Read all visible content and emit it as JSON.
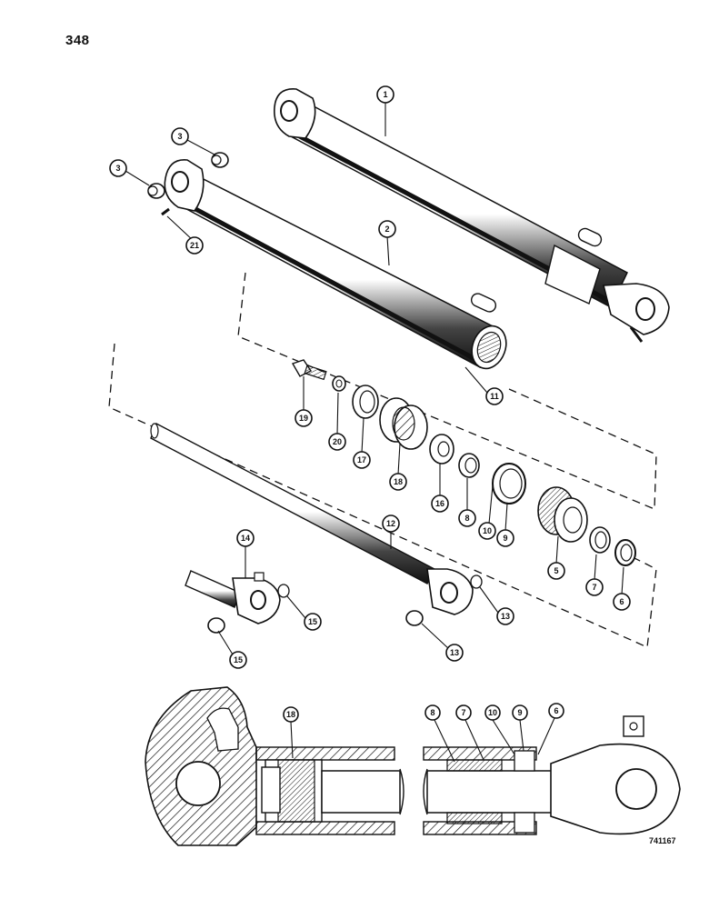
{
  "page": {
    "number": "348",
    "figure_id": "741167"
  },
  "callouts": {
    "c1": "1",
    "c2": "2",
    "c3a": "3",
    "c3b": "3",
    "c21": "21",
    "c19": "19",
    "c20": "20",
    "c17": "17",
    "c18": "18",
    "c16": "16",
    "c8": "8",
    "c10": "10",
    "c9": "9",
    "c11": "11",
    "c5": "5",
    "c7": "7",
    "c6": "6",
    "c12": "12",
    "c14": "14",
    "c15a": "15",
    "c15b": "15",
    "c13a": "13",
    "c13b": "13",
    "s18": "18",
    "s8": "8",
    "s7": "7",
    "s10": "10",
    "s9": "9",
    "s6": "6"
  }
}
